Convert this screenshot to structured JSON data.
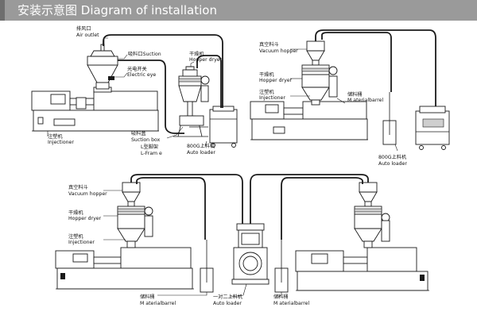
{
  "title": "安装示意图 Diagram of installation",
  "colors": {
    "title_bar": "#9a9a9a",
    "title_text": "#ffffff",
    "line": "#1a1a1a"
  },
  "top_left": {
    "air_outlet": {
      "cn": "排风口",
      "en": "Air outlet"
    },
    "suction": {
      "cn": "吸料口",
      "en": "Suction"
    },
    "electric_eye": {
      "cn": "光电开关",
      "en": "Electric eye"
    },
    "hopper_dryer": {
      "cn": "干燥机",
      "en": "Hopper dryer"
    },
    "injectioner": {
      "cn": "注塑机",
      "en": "Injectioner"
    },
    "suction_box": {
      "cn": "吸料盒",
      "en": "Suction box"
    },
    "l_frame": {
      "cn": "L型脚架",
      "en": "L-Fram e"
    },
    "auto_loader": {
      "cn": "800G上料机",
      "en": "Auto loader"
    }
  },
  "top_right": {
    "vacuum_hopper": {
      "cn": "真空料斗",
      "en": "Vacuum hopper"
    },
    "hopper_dryer": {
      "cn": "干燥机",
      "en": "Hopper dryer"
    },
    "injectioner": {
      "cn": "注塑机",
      "en": "Injectioner"
    },
    "material_barrel": {
      "cn": "储料桶",
      "en": "M aterialbarrel"
    },
    "auto_loader": {
      "cn": "800G上料机",
      "en": "Auto loader"
    }
  },
  "bottom": {
    "vacuum_hopper": {
      "cn": "真空料斗",
      "en": "Vacuum hopper"
    },
    "hopper_dryer": {
      "cn": "干燥机",
      "en": "Hopper dryer"
    },
    "injectioner": {
      "cn": "注塑机",
      "en": "Injectioner"
    },
    "material_barrel_left": {
      "cn": "储料桶",
      "en": "M aterialbarrel"
    },
    "auto_loader": {
      "cn": "一对二上料机",
      "en": "Auto loader"
    },
    "material_barrel_right": {
      "cn": "储料桶",
      "en": "M aterialbarrel"
    }
  }
}
